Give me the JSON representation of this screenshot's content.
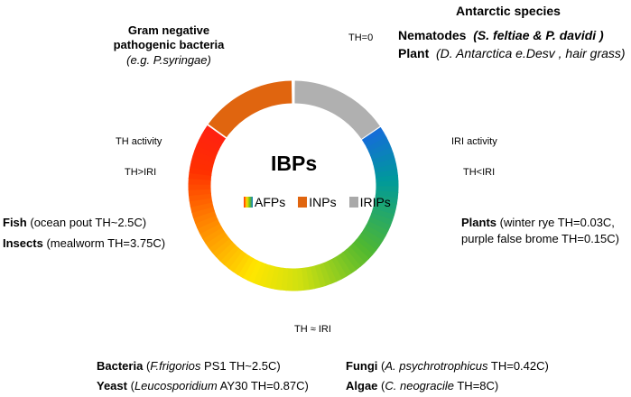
{
  "center": {
    "title": "IBPs"
  },
  "legend": [
    {
      "label": "AFPs",
      "color": "gradient"
    },
    {
      "label": "INPs",
      "color": "#e0650f"
    },
    {
      "label": "IRIPs",
      "color": "#a9a9a9"
    }
  ],
  "ring_segments": [
    {
      "name": "IRIPs",
      "color": "#b0b0b0"
    },
    {
      "name": "INPs",
      "color": "#e0650f"
    },
    {
      "name": "AFPs",
      "color": "gradient"
    }
  ],
  "gram_negative": {
    "line1": "Gram negative",
    "line2": "pathogenic bacteria",
    "line3": "(e.g. P.syringae)"
  },
  "antarctic": {
    "title": "Antarctic species",
    "nematodes_label": "Nematodes",
    "nematodes_detail": "(S. feltiae & P. davidi )",
    "plant_label": "Plant",
    "plant_detail": "(D. Antarctica e.Desv , hair grass)"
  },
  "annotations": {
    "th0": "TH=0",
    "th_activity": "TH activity",
    "th_gt_iri": "TH>IRI",
    "iri_activity": "IRI activity",
    "th_lt_iri": "TH<IRI",
    "th_approx_iri": "TH ≈ IRI"
  },
  "fish": {
    "label": "Fish",
    "detail": "(ocean pout TH~2.5C)"
  },
  "insects": {
    "label": "Insects",
    "detail": "(mealworm TH=3.75C)"
  },
  "plants": {
    "label": "Plants",
    "detail1": "(winter rye TH=0.03C,",
    "detail2": "purple false brome TH=0.15C)"
  },
  "bacteria": {
    "label": "Bacteria",
    "detail_pre": "(",
    "detail_it": "F.frigorios",
    "detail_post": " PS1 TH~2.5C)"
  },
  "yeast": {
    "label": "Yeast",
    "detail_pre": "(",
    "detail_it": "Leucosporidium",
    "detail_post": " AY30 TH=0.87C)"
  },
  "fungi": {
    "label": "Fungi",
    "detail_pre": "(",
    "detail_it": "A. psychrotrophicus",
    "detail_post": " TH=0.42C)"
  },
  "algae": {
    "label": "Algae",
    "detail_pre": "(",
    "detail_it": "C. neogracile",
    "detail_post": " TH=8C)"
  }
}
